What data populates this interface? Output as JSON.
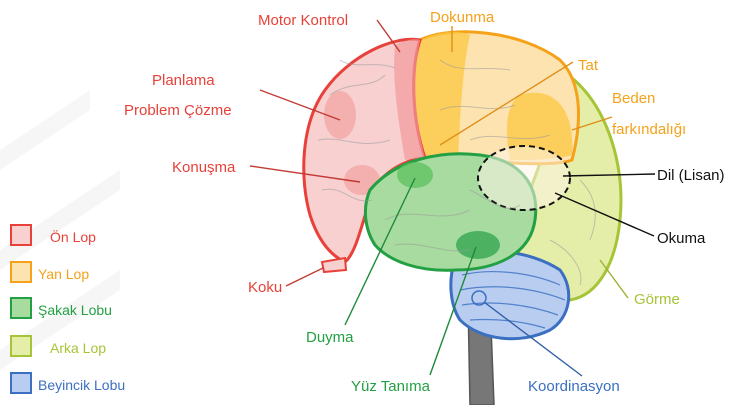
{
  "labels": {
    "motor_kontrol": {
      "text": "Motor Kontrol",
      "color": "#e8413a"
    },
    "dokunma": {
      "text": "Dokunma",
      "color": "#f5a21a"
    },
    "tat": {
      "text": "Tat",
      "color": "#f5a21a"
    },
    "beden_1": {
      "text": "Beden",
      "color": "#f5a21a"
    },
    "beden_2": {
      "text": "farkındalığı",
      "color": "#f5a21a"
    },
    "planlama_1": {
      "text": "Planlama",
      "color": "#e8413a"
    },
    "planlama_2": {
      "text": "Problem Çözme",
      "color": "#e8413a"
    },
    "konusma": {
      "text": "Konuşma",
      "color": "#e8413a"
    },
    "dil": {
      "text": "Dil (Lisan)",
      "color": "#111111"
    },
    "okuma": {
      "text": "Okuma",
      "color": "#111111"
    },
    "koku": {
      "text": "Koku",
      "color": "#e8413a"
    },
    "gorme": {
      "text": "Görme",
      "color": "#a6c437"
    },
    "duyma": {
      "text": "Duyma",
      "color": "#23a043"
    },
    "yuz_tanima": {
      "text": "Yüz Tanıma",
      "color": "#23a043"
    },
    "koordinasyon": {
      "text": "Koordinasyon",
      "color": "#3b6fc2"
    }
  },
  "legend": [
    {
      "text": "Ön Lop",
      "color": "#e8413a",
      "fill": "#f8d0d0"
    },
    {
      "text": "Yan Lop",
      "color": "#f5a21a",
      "fill": "#fde3b0"
    },
    {
      "text": "Şakak Lobu",
      "color": "#23a043",
      "fill": "#a8dba0"
    },
    {
      "text": "Arka Lop",
      "color": "#a6c437",
      "fill": "#e5eea8"
    },
    {
      "text": "Beyincik Lobu",
      "color": "#3b6fc2",
      "fill": "#b8cdf0"
    }
  ]
}
